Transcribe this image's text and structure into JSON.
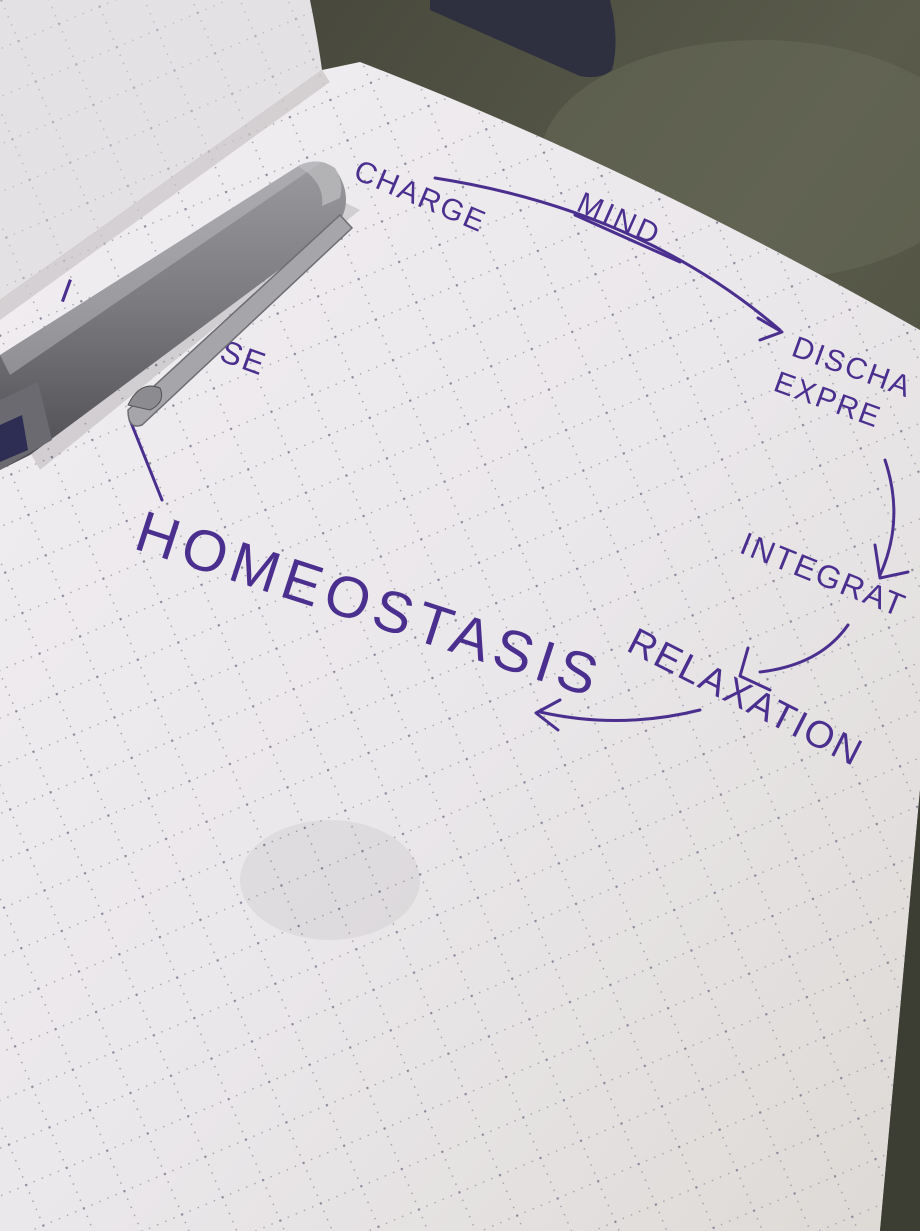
{
  "photo": {
    "subject": "handwritten cycle diagram in a dot-grid notebook with a pen lying on the page",
    "ink_color": "#4b2f8f",
    "paper_color": "#ece9ec",
    "background_color": "#4e4f41"
  },
  "diagram": {
    "labels": {
      "charge": "CHARGE",
      "mind": "MIND",
      "discharge": "DISCHA",
      "express": "EXPRE",
      "integrate": "INTEGRAT",
      "relaxation": "RELAXATION",
      "homeostasis": "HOMEOSTASIS",
      "impulse_start": "I",
      "impulse_end": "SE"
    }
  }
}
